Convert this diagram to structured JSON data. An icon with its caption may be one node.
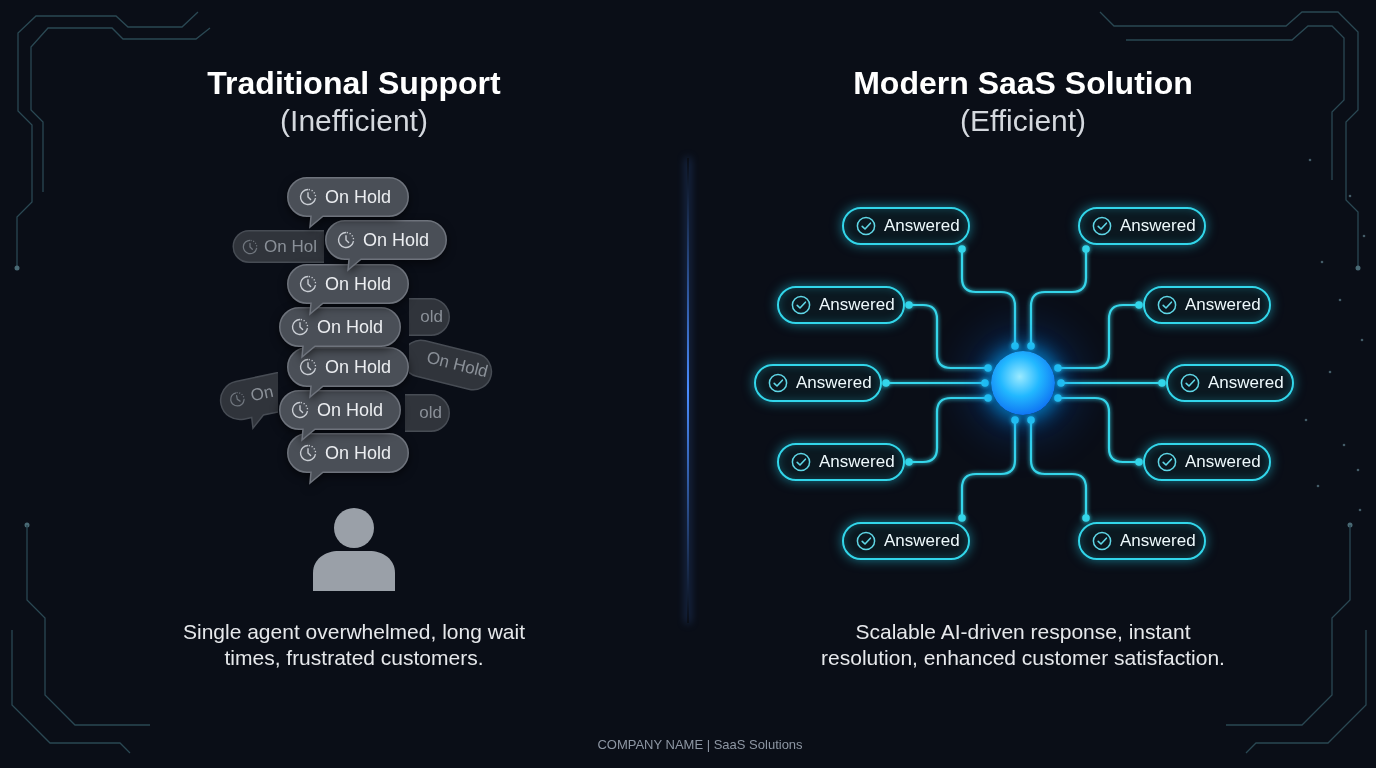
{
  "diagram": {
    "nodes": [
      {
        "text": [
          "On Hold"
        ]
      },
      {
        "text": [
          "On Hold"
        ]
      },
      {
        "text": [
          "On Hol"
        ]
      },
      {
        "text": [
          "On Hold"
        ]
      },
      {
        "text": [
          "old"
        ]
      },
      {
        "text": [
          "On Hold"
        ]
      },
      {
        "text": [
          "On Hold"
        ]
      },
      {
        "text": [
          "On Hold"
        ]
      },
      {
        "text": [
          "On"
        ]
      },
      {
        "text": [
          "On Hold"
        ]
      },
      {
        "text": [
          "old"
        ]
      },
      {
        "text": [
          "On Hold"
        ]
      },
      {
        "text": [
          "Answered"
        ]
      },
      {
        "text": [
          "Answered"
        ]
      },
      {
        "text": [
          "Answered"
        ]
      },
      {
        "text": [
          "Answered"
        ]
      },
      {
        "text": [
          "Answered"
        ]
      },
      {
        "text": [],
        "shape": "circle"
      },
      {
        "text": [
          "Answered"
        ]
      },
      {
        "text": [
          "Answered"
        ]
      },
      {
        "text": [
          "Answered"
        ]
      },
      {
        "text": [
          "Answered"
        ]
      },
      {
        "text": [
          "Answered"
        ]
      }
    ],
    "edges": [
      {
        "from": 17,
        "to": 12,
        "arrow": "other"
      },
      {
        "from": 17,
        "to": 13,
        "arrow": "other"
      },
      {
        "from": 17,
        "to": 14,
        "arrow": "other"
      },
      {
        "from": 17,
        "to": 15,
        "arrow": "other"
      },
      {
        "from": 17,
        "to": 16,
        "arrow": "other"
      },
      {
        "from": 17,
        "to": 18,
        "arrow": "other"
      },
      {
        "from": 17,
        "to": 19,
        "arrow": "other"
      },
      {
        "from": 17,
        "to": 20,
        "arrow": "other"
      },
      {
        "from": 17,
        "to": 21,
        "arrow": "other"
      },
      {
        "from": 17,
        "to": 22,
        "arrow": "other"
      }
    ],
    "labels": [
      "Traditional Support",
      "(Inefficient)",
      "Modern SaaS Solution",
      "(Efficient)",
      "Single agent overwhelmed, long wait times, frustrated customers.",
      "Scalable AI-driven response, instant resolution, enhanced customer satisfaction.",
      "COMPANY NAME | SaaS Solutions"
    ]
  }
}
